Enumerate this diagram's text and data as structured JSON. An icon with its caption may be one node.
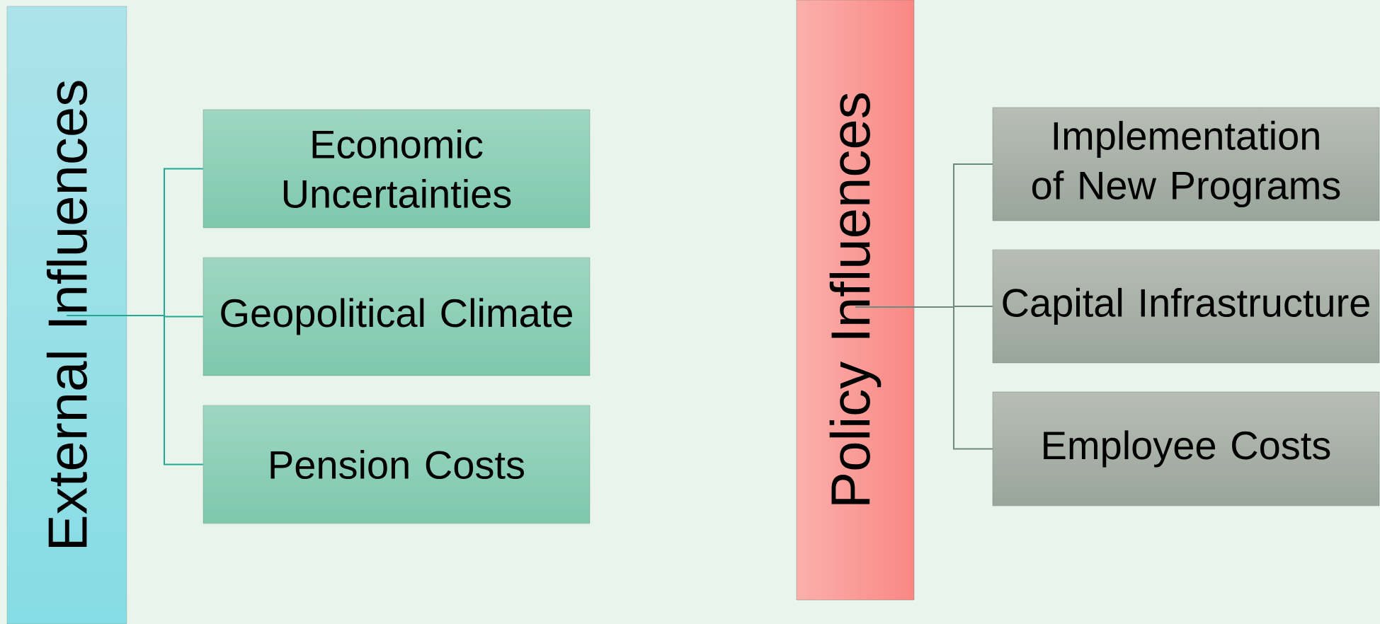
{
  "diagram": {
    "nodes": [
      {
        "text": [
          "External Influences"
        ]
      },
      {
        "text": [
          "Economic Uncertainties"
        ]
      },
      {
        "text": [
          "Geopolitical Climate"
        ]
      },
      {
        "text": [
          "Pension Costs"
        ]
      },
      {
        "text": [
          "Policy Influences"
        ]
      },
      {
        "text": [
          "Implementation of New Programs"
        ]
      },
      {
        "text": [
          "Capital Infrastructure"
        ]
      },
      {
        "text": [
          "Employee Costs"
        ]
      }
    ],
    "edges": [
      {
        "from": 0,
        "to": 1,
        "arrow": "none",
        "color": "#20a890"
      },
      {
        "from": 0,
        "to": 2,
        "arrow": "none",
        "color": "#20a890"
      },
      {
        "from": 0,
        "to": 3,
        "arrow": "none",
        "color": "#20a890"
      },
      {
        "from": 4,
        "to": 5,
        "arrow": "none",
        "color": "#6e8a80"
      },
      {
        "from": 4,
        "to": 6,
        "arrow": "none",
        "color": "#6e8a80"
      },
      {
        "from": 4,
        "to": 7,
        "arrow": "none",
        "color": "#6e8a80"
      }
    ]
  }
}
